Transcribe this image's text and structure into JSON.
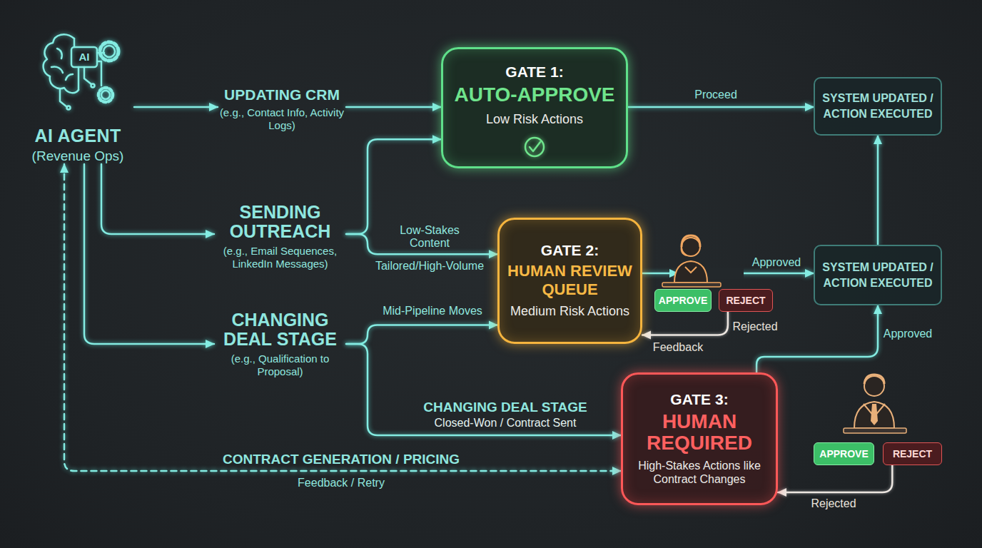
{
  "diagram": {
    "nodes": [
      {
        "text": [
          "AI AGENT",
          "(Revenue Ops)"
        ]
      },
      {
        "text": [
          "UPDATING CRM",
          "(e.g., Contact Info, Activity Logs)"
        ]
      },
      {
        "text": [
          "SENDING OUTREACH",
          "(e.g., Email Sequences, LinkedIn Messages)"
        ]
      },
      {
        "text": [
          "CHANGING DEAL STAGE",
          "(e.g., Qualification to Proposal)"
        ]
      },
      {
        "text": [
          "GATE 1:",
          "AUTO-APPROVE",
          "Low Risk Actions"
        ]
      },
      {
        "text": [
          "GATE 2:",
          "HUMAN REVIEW QUEUE",
          "Medium Risk Actions"
        ]
      },
      {
        "text": [
          "GATE 3:",
          "HUMAN REQUIRED",
          "High-Stakes Actions like Contract Changes"
        ]
      },
      {
        "text": [
          "SYSTEM UPDATED / ACTION EXECUTED"
        ]
      },
      {
        "text": [
          "SYSTEM UPDATED / ACTION EXECUTED"
        ]
      },
      {
        "text": [
          "APPROVE"
        ]
      },
      {
        "text": [
          "REJECT"
        ]
      },
      {
        "text": [
          "APPROVE"
        ]
      },
      {
        "text": [
          "REJECT"
        ]
      }
    ],
    "edges": [
      {
        "from": 0,
        "to": 1,
        "arrow": "to"
      },
      {
        "from": 0,
        "to": 2,
        "arrow": "to"
      },
      {
        "from": 0,
        "to": 3,
        "arrow": "to"
      },
      {
        "from": 1,
        "to": 4,
        "arrow": "to"
      },
      {
        "from": 2,
        "to": 4,
        "arrow": "to",
        "label": "Low-Stakes Content"
      },
      {
        "from": 2,
        "to": 5,
        "arrow": "to",
        "label": "Tailored/High-Volume"
      },
      {
        "from": 3,
        "to": 5,
        "arrow": "to",
        "label": "Mid-Pipeline Moves"
      },
      {
        "from": 3,
        "to": 6,
        "arrow": "to",
        "label": "CHANGING DEAL STAGE"
      },
      {
        "from": 0,
        "to": 6,
        "arrow": "both",
        "label": "CONTRACT GENERATION / PRICING"
      },
      {
        "from": 4,
        "to": 7,
        "arrow": "to",
        "label": "Proceed"
      },
      {
        "from": 5,
        "to": 8,
        "arrow": "to",
        "label": "Approved"
      },
      {
        "from": 10,
        "to": 5,
        "arrow": "to",
        "label": "Rejected"
      },
      {
        "from": 6,
        "to": 8,
        "arrow": "to",
        "label": "Approved"
      },
      {
        "from": 12,
        "to": 6,
        "arrow": "to",
        "label": "Rejected"
      },
      {
        "from": 8,
        "to": 7,
        "arrow": "to"
      }
    ],
    "labels": [
      "AI",
      "Closed-Won / Contract Sent",
      "Feedback / Retry",
      "Feedback"
    ]
  }
}
